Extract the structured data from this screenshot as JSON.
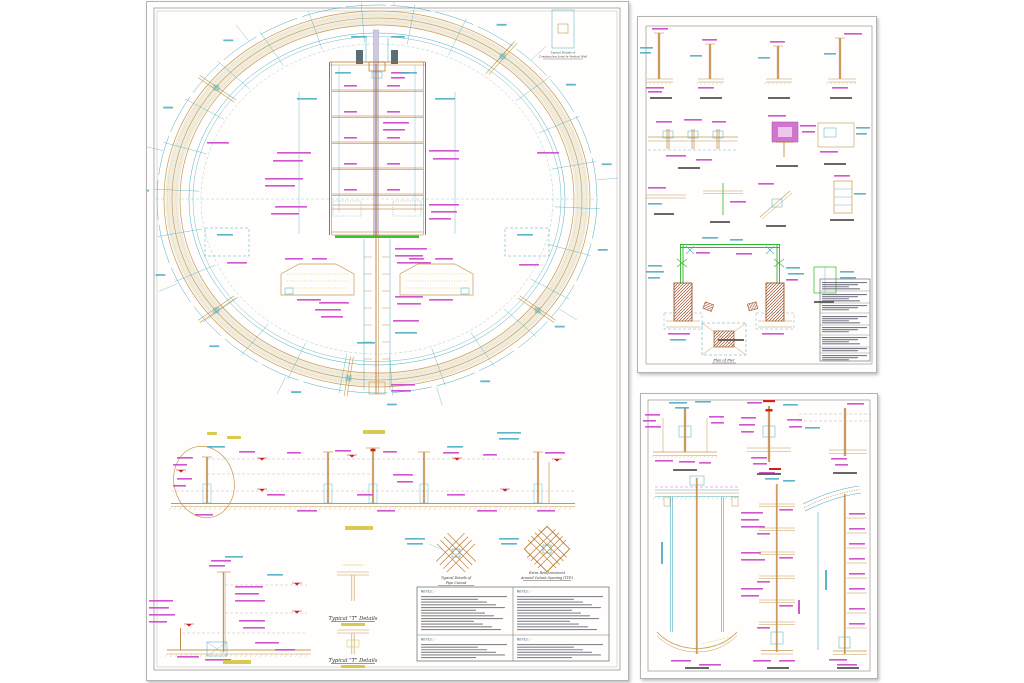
{
  "colors": {
    "cyan": "#49aec2",
    "magenta": "#cb44cb",
    "tan": "#c49a52",
    "orange": "#b4701c",
    "green": "#35c435",
    "red": "#cf2020",
    "yellow": "#d6c33c",
    "purple": "#c95fc9",
    "lavender": "#cfc8e2"
  },
  "sheet_main": {
    "captions": {
      "construction_joint": [
        "Typical Details of",
        "Construction Joint In Vertical Wall"
      ],
      "pipe_cutout": [
        "Typical Details of",
        "Pipe Cutout"
      ],
      "extra_reinforcement": [
        "Extra Reinforcement",
        "Around Cutout Opening (TYP.)"
      ],
      "t_details_top": "Typical \"T\" Details",
      "t_details_bottom": "Typical \"T\" Details"
    },
    "notes": {
      "header1": "NOTES:-",
      "header2": "NOTES:-",
      "header3": "NOTES:-",
      "header4": "NOTES:-"
    }
  },
  "sheet_top_right": {
    "captions": {
      "plan_of_pier": "Plan of Pier"
    }
  },
  "sheet_bottom_right": {
    "captions": {}
  }
}
